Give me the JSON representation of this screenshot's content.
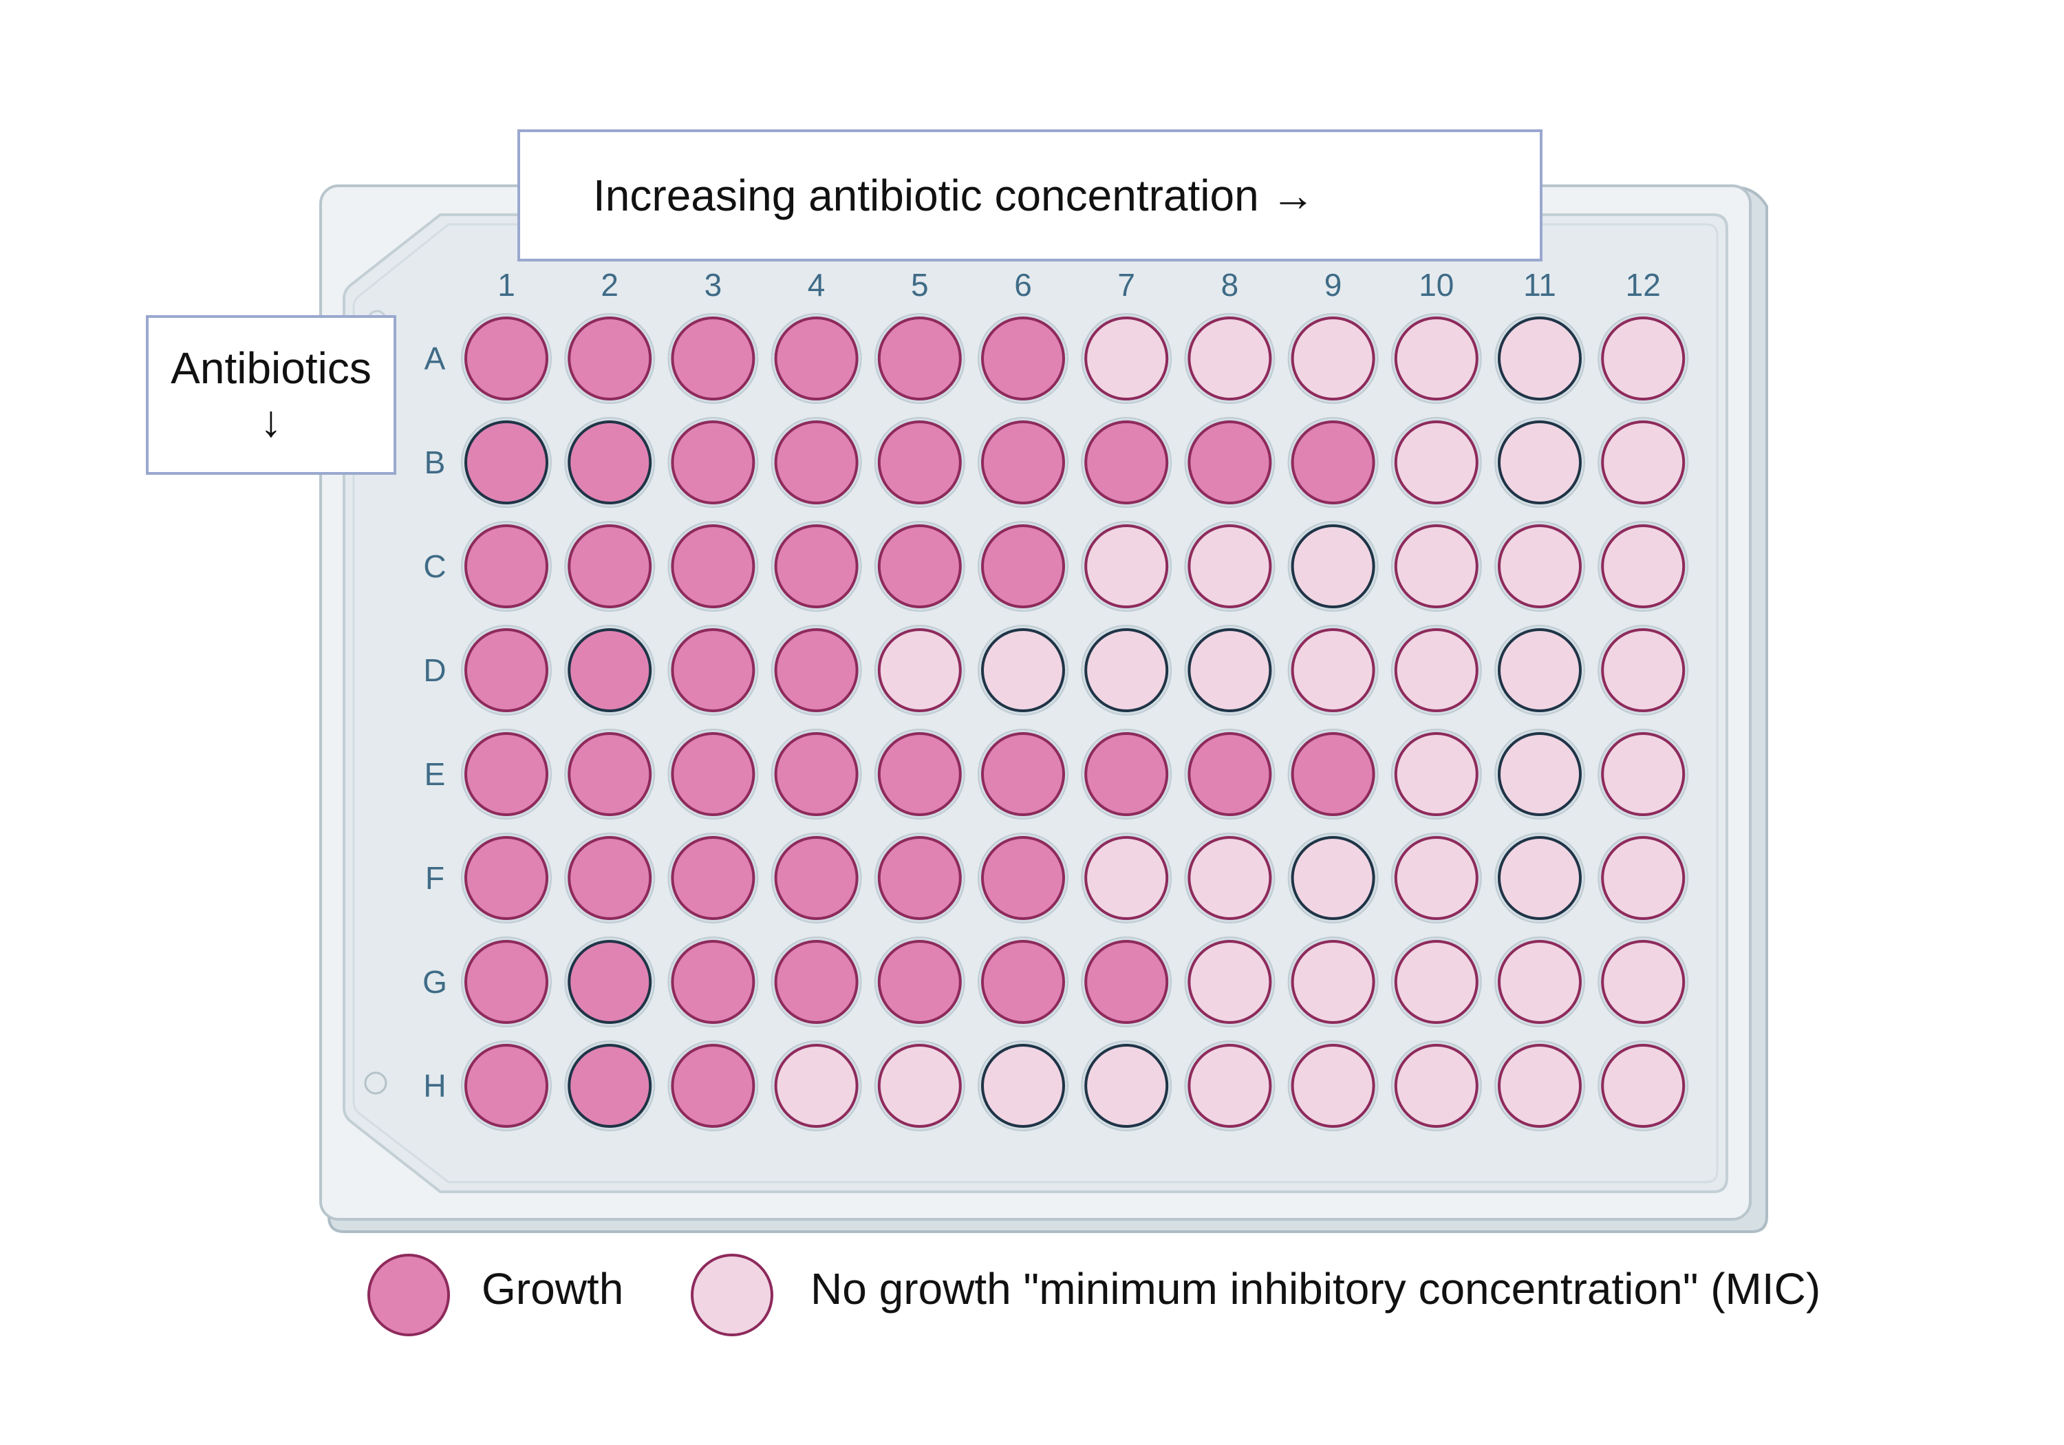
{
  "labels": {
    "concentration": "Increasing antibiotic concentration →",
    "antibiotics": "Antibiotics",
    "antibiotics_arrow": "↓"
  },
  "plate": {
    "columns": [
      "1",
      "2",
      "3",
      "4",
      "5",
      "6",
      "7",
      "8",
      "9",
      "10",
      "11",
      "12"
    ],
    "rows": [
      "A",
      "B",
      "C",
      "D",
      "E",
      "F",
      "G",
      "H"
    ],
    "growth_columns_per_row": [
      6,
      9,
      6,
      4,
      9,
      6,
      7,
      3
    ],
    "dark_rim_wells": [
      "A11",
      "B1",
      "B2",
      "B11",
      "C9",
      "D2",
      "D6",
      "D7",
      "D8",
      "D11",
      "E11",
      "F9",
      "F11",
      "G2",
      "H2",
      "H6",
      "H7"
    ]
  },
  "legend": {
    "growth": "Growth",
    "no_growth": "No growth \"minimum inhibitory concentration\" (MIC)"
  },
  "colors": {
    "growth_fill": "#e083b3",
    "no_growth_fill": "#f1d5e3",
    "well_rim": "#8e2a5c",
    "dark_rim": "#1f3447",
    "plate_body": "#eef2f4",
    "plate_inner": "#e4eaee",
    "plate_outline": "#b8c5cc",
    "header_text": "#3f6b86",
    "box_border": "#9aa8cf"
  }
}
